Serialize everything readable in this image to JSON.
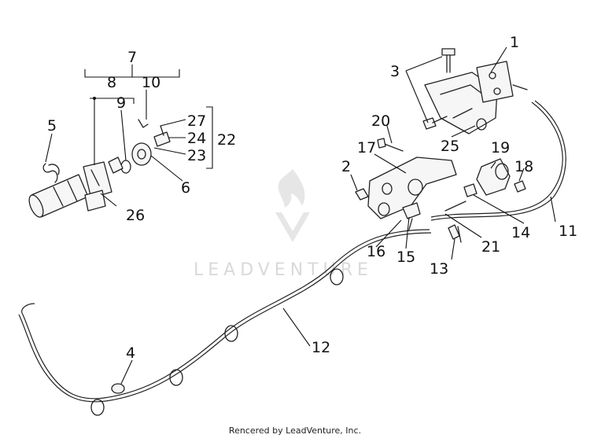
{
  "watermark": {
    "brand": "LEADVENTURE"
  },
  "callouts": {
    "c1": "1",
    "c2": "2",
    "c3": "3",
    "c4": "4",
    "c5": "5",
    "c6": "6",
    "c7": "7",
    "c8": "8",
    "c9": "9",
    "c10": "10",
    "c11": "11",
    "c12": "12",
    "c13": "13",
    "c14": "14",
    "c15": "15",
    "c16": "16",
    "c17": "17",
    "c18": "18",
    "c19": "19",
    "c20": "20",
    "c21": "21",
    "c22": "22",
    "c23": "23",
    "c24": "24",
    "c25": "25",
    "c26": "26",
    "c27": "27"
  },
  "footer": {
    "credit": "Rencered by LeadVenture, Inc."
  }
}
